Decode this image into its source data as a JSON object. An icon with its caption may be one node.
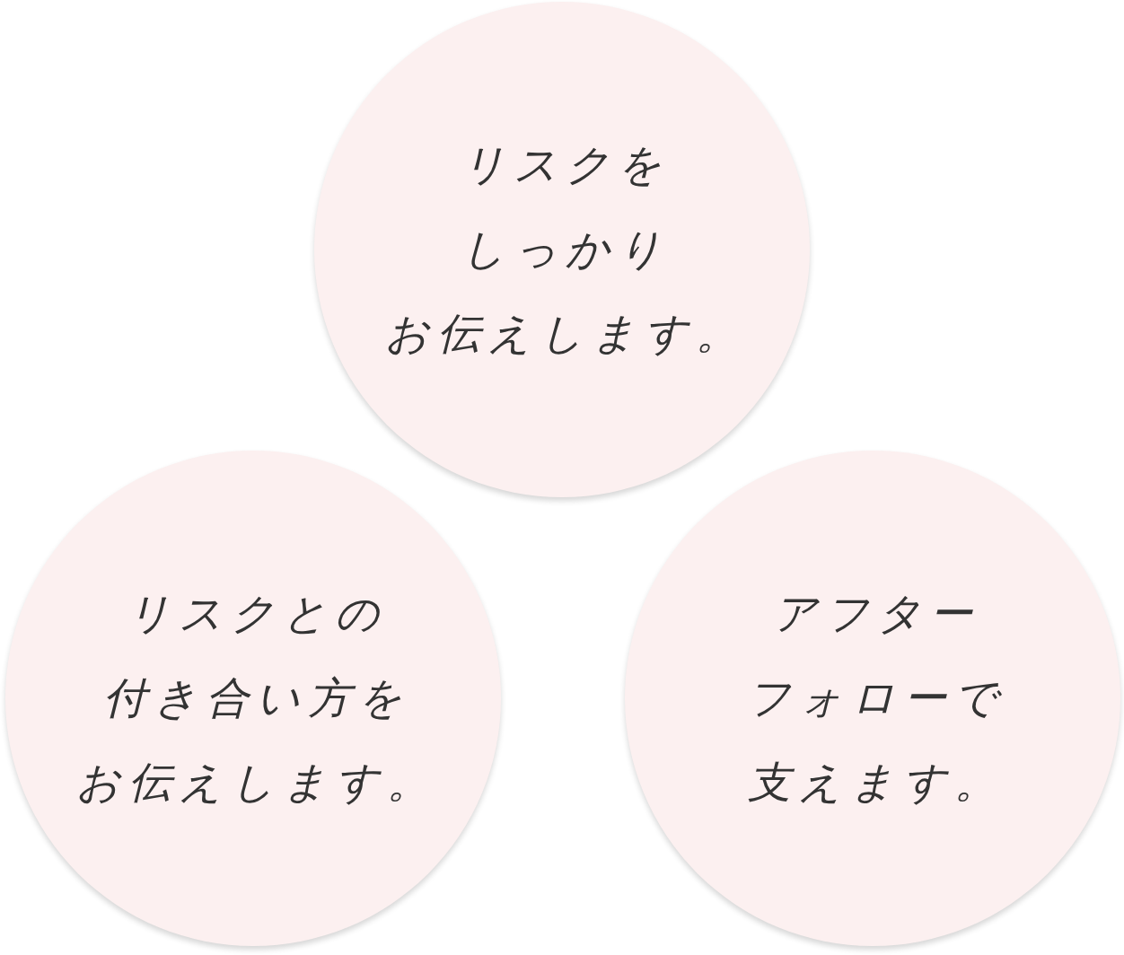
{
  "diagram": {
    "nodes": [
      {
        "text": [
          "リスクをしっかりお伝えします。"
        ]
      },
      {
        "text": [
          "リスクとの付き合い方をお伝えします。"
        ]
      },
      {
        "text": [
          "アフターフォローで支えます。"
        ]
      }
    ]
  }
}
